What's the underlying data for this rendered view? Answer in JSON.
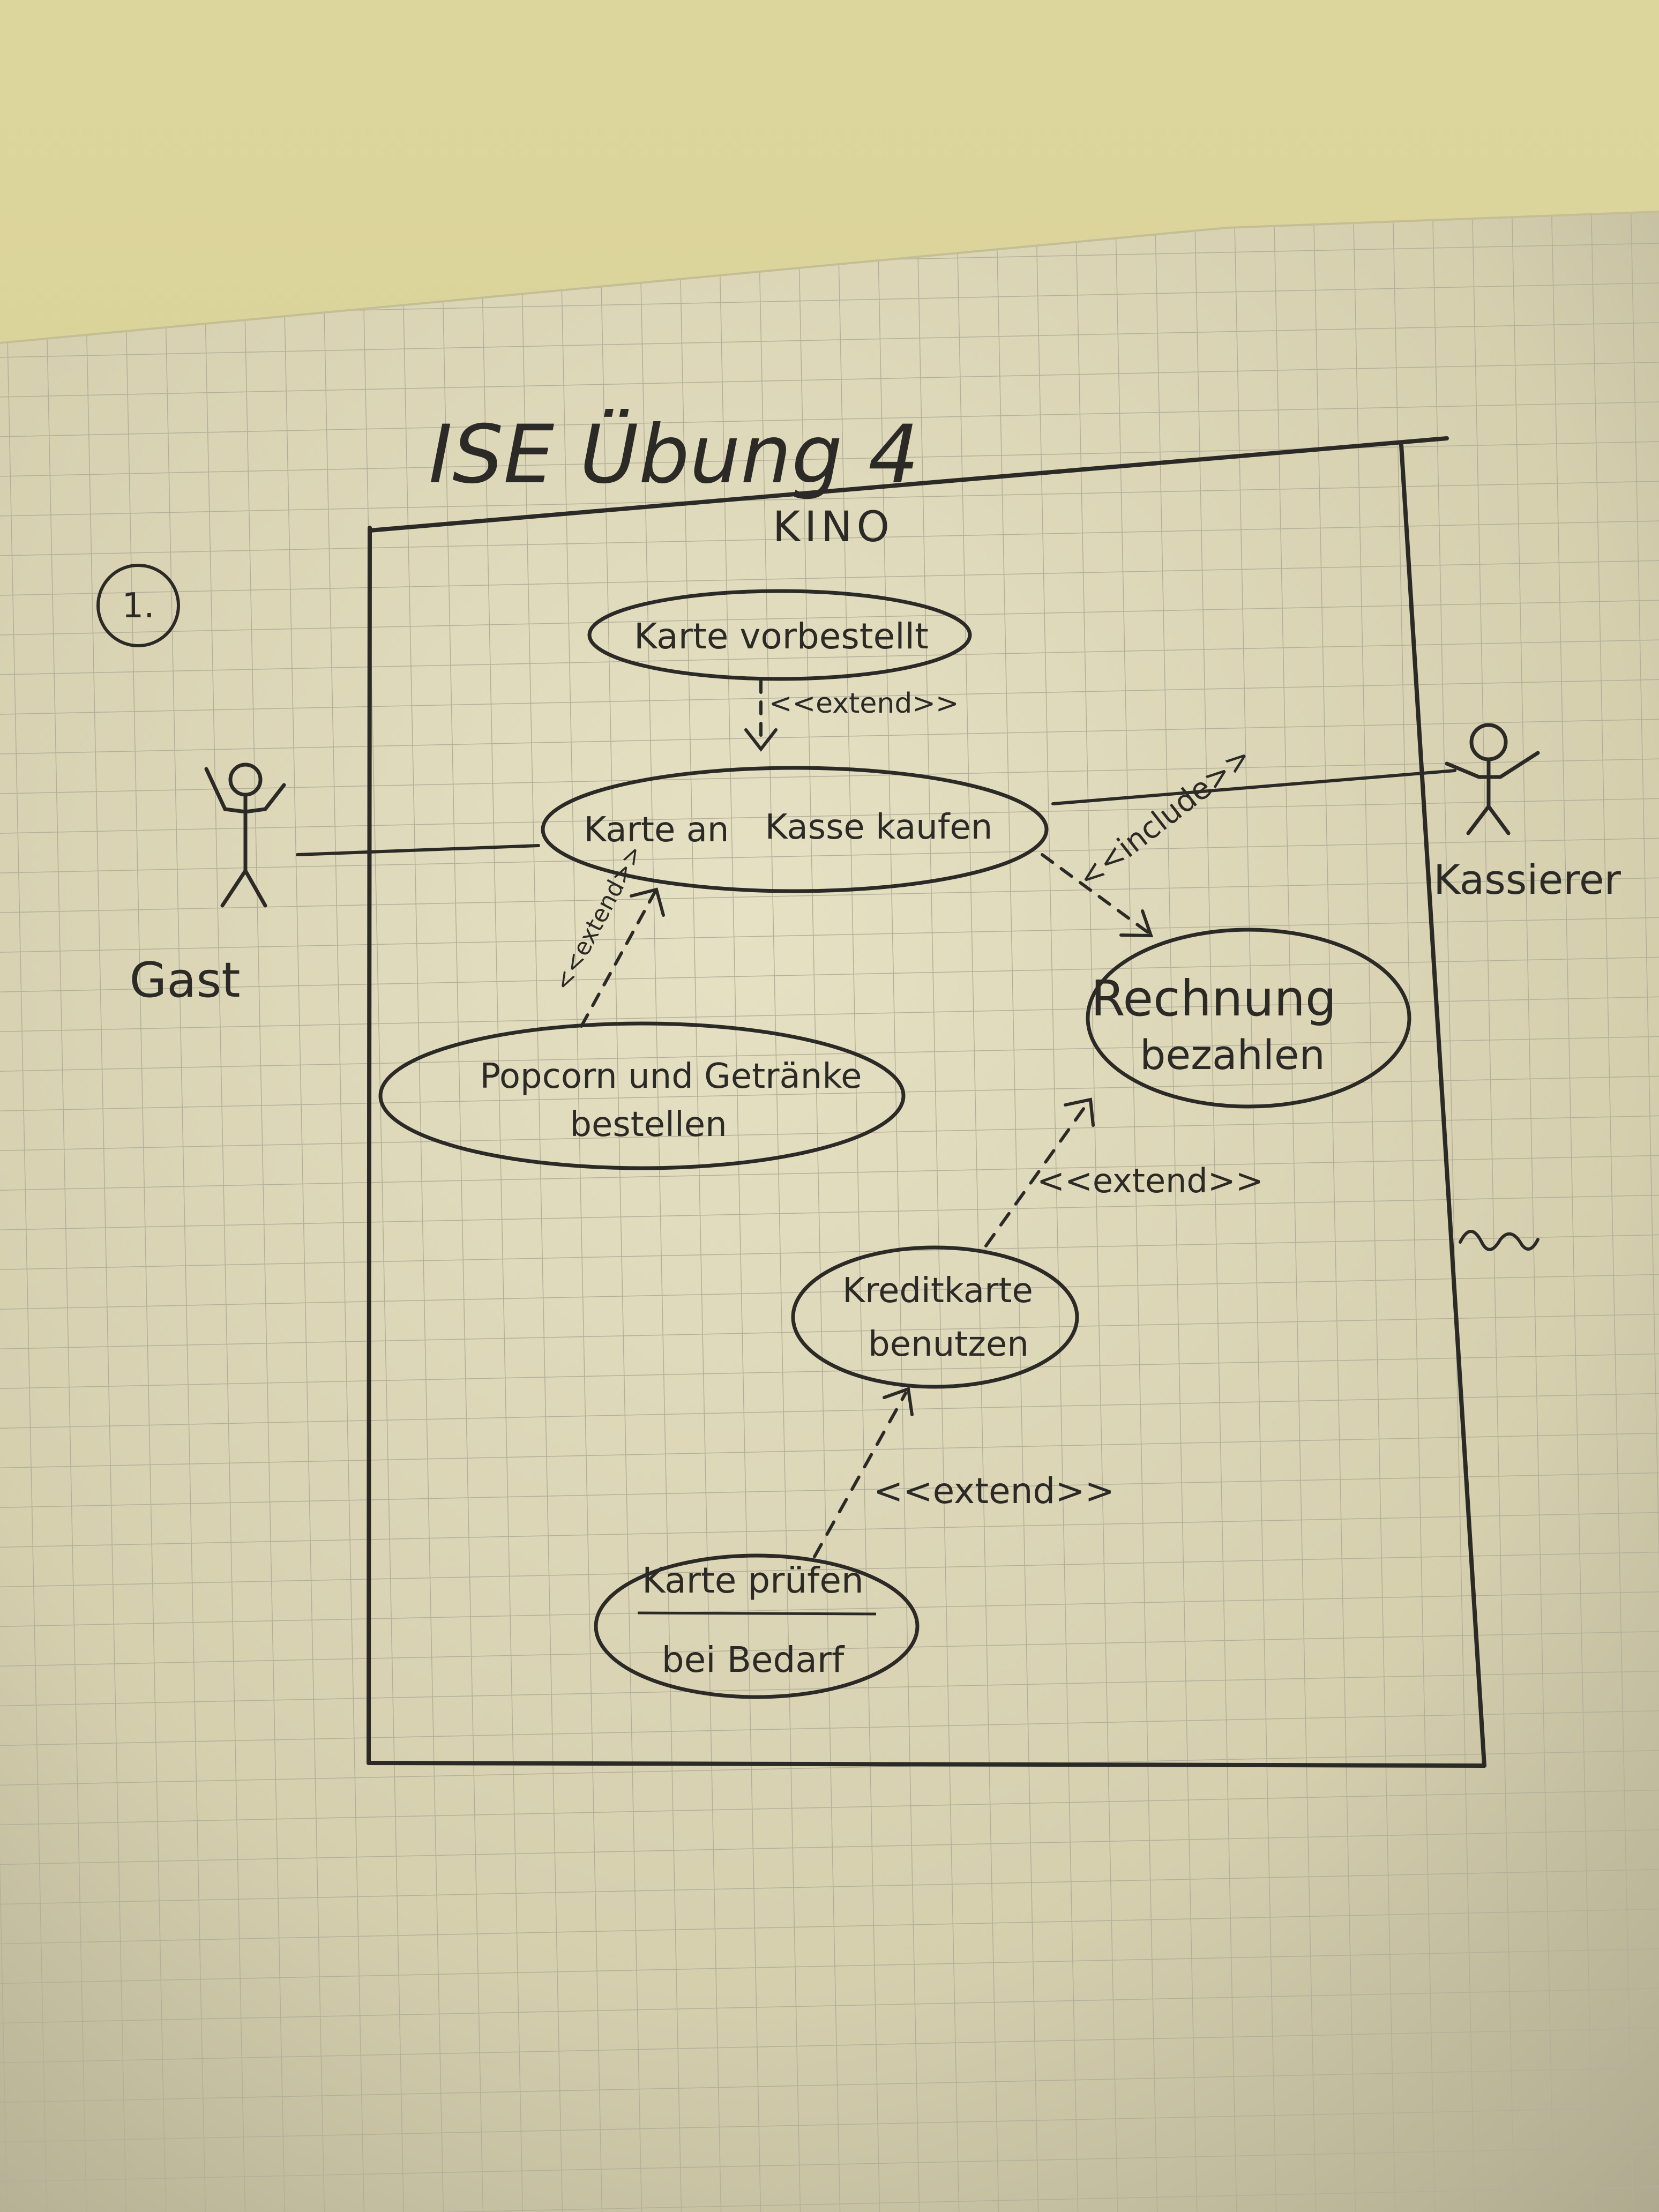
{
  "title": "ISE Übung 4",
  "exercise_number": "1.",
  "system": {
    "name": "KINO"
  },
  "actors": {
    "guest": "Gast",
    "cashier": "Kassierer"
  },
  "use_cases": {
    "reserve": "Karte vorbestellt",
    "buy_line1": "Karte an",
    "buy_line2": "Kasse kaufen",
    "popcorn_line1": "Popcorn und Getränke",
    "popcorn_line2": "bestellen",
    "pay_line1": "Rechnung",
    "pay_line2": "bezahlen",
    "credit_line1": "Kreditkarte",
    "credit_line2": "benutzen",
    "check_line1": "Karte prüfen",
    "check_line2": "bei Bedarf"
  },
  "relations": {
    "extend_reserve": "<<extend>>",
    "extend_popcorn": "<<extend>>",
    "include_pay": "<<include>>",
    "extend_credit": "<<extend>>",
    "extend_check": "<<extend>>"
  },
  "colors": {
    "paper": "#dcd6b6",
    "grid": "#b9b5a0",
    "ink": "#2b2a26",
    "wall": "#d8d29a"
  }
}
